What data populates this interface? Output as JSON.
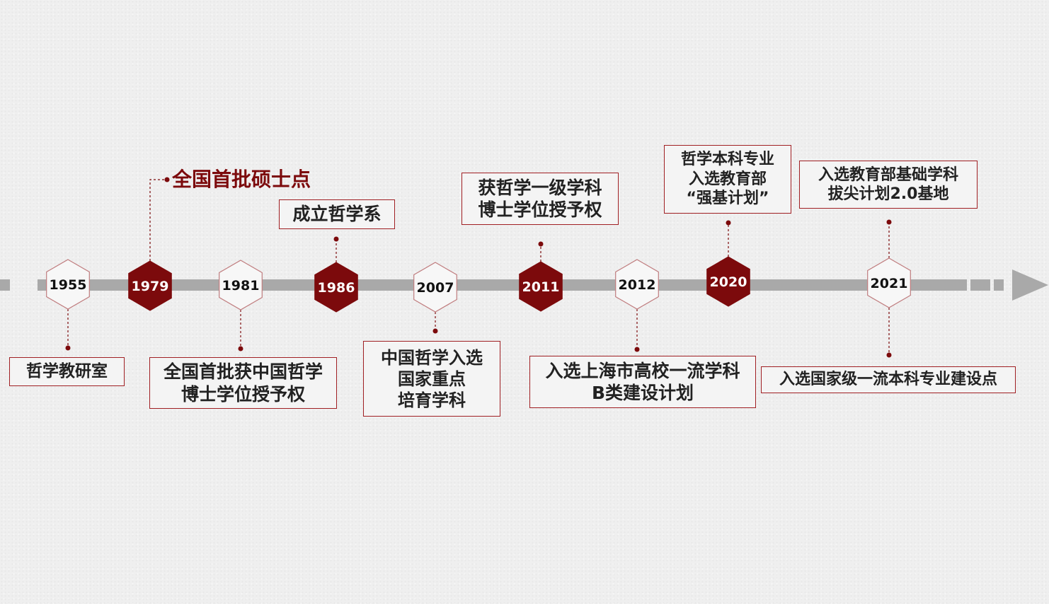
{
  "colors": {
    "accent": "#7c0a0c",
    "track": "#a9a9a9",
    "box_border": "#a01f23",
    "text": "#222222"
  },
  "milestones": [
    {
      "year": "1955",
      "style": "outline",
      "event": "哲学教研室"
    },
    {
      "year": "1979",
      "style": "filled",
      "event": "全国首批硕士点"
    },
    {
      "year": "1981",
      "style": "outline",
      "event": "全国首批获中国哲学\n博士学位授予权"
    },
    {
      "year": "1986",
      "style": "filled",
      "event": "成立哲学系"
    },
    {
      "year": "2007",
      "style": "outline",
      "event": "中国哲学入选\n国家重点\n培育学科"
    },
    {
      "year": "2011",
      "style": "filled",
      "event": "获哲学一级学科\n博士学位授予权"
    },
    {
      "year": "2012",
      "style": "outline",
      "event": "入选上海市高校一流学科\nB类建设计划"
    },
    {
      "year": "2020",
      "style": "filled",
      "event": "哲学本科专业\n入选教育部\n“强基计划”"
    },
    {
      "year": "2021",
      "style": "outline",
      "event": "入选教育部基础学科\n拔尖计划2.0基地"
    },
    {
      "year": "2021",
      "style": "outline",
      "event": "入选国家级一流本科专业建设点"
    }
  ]
}
